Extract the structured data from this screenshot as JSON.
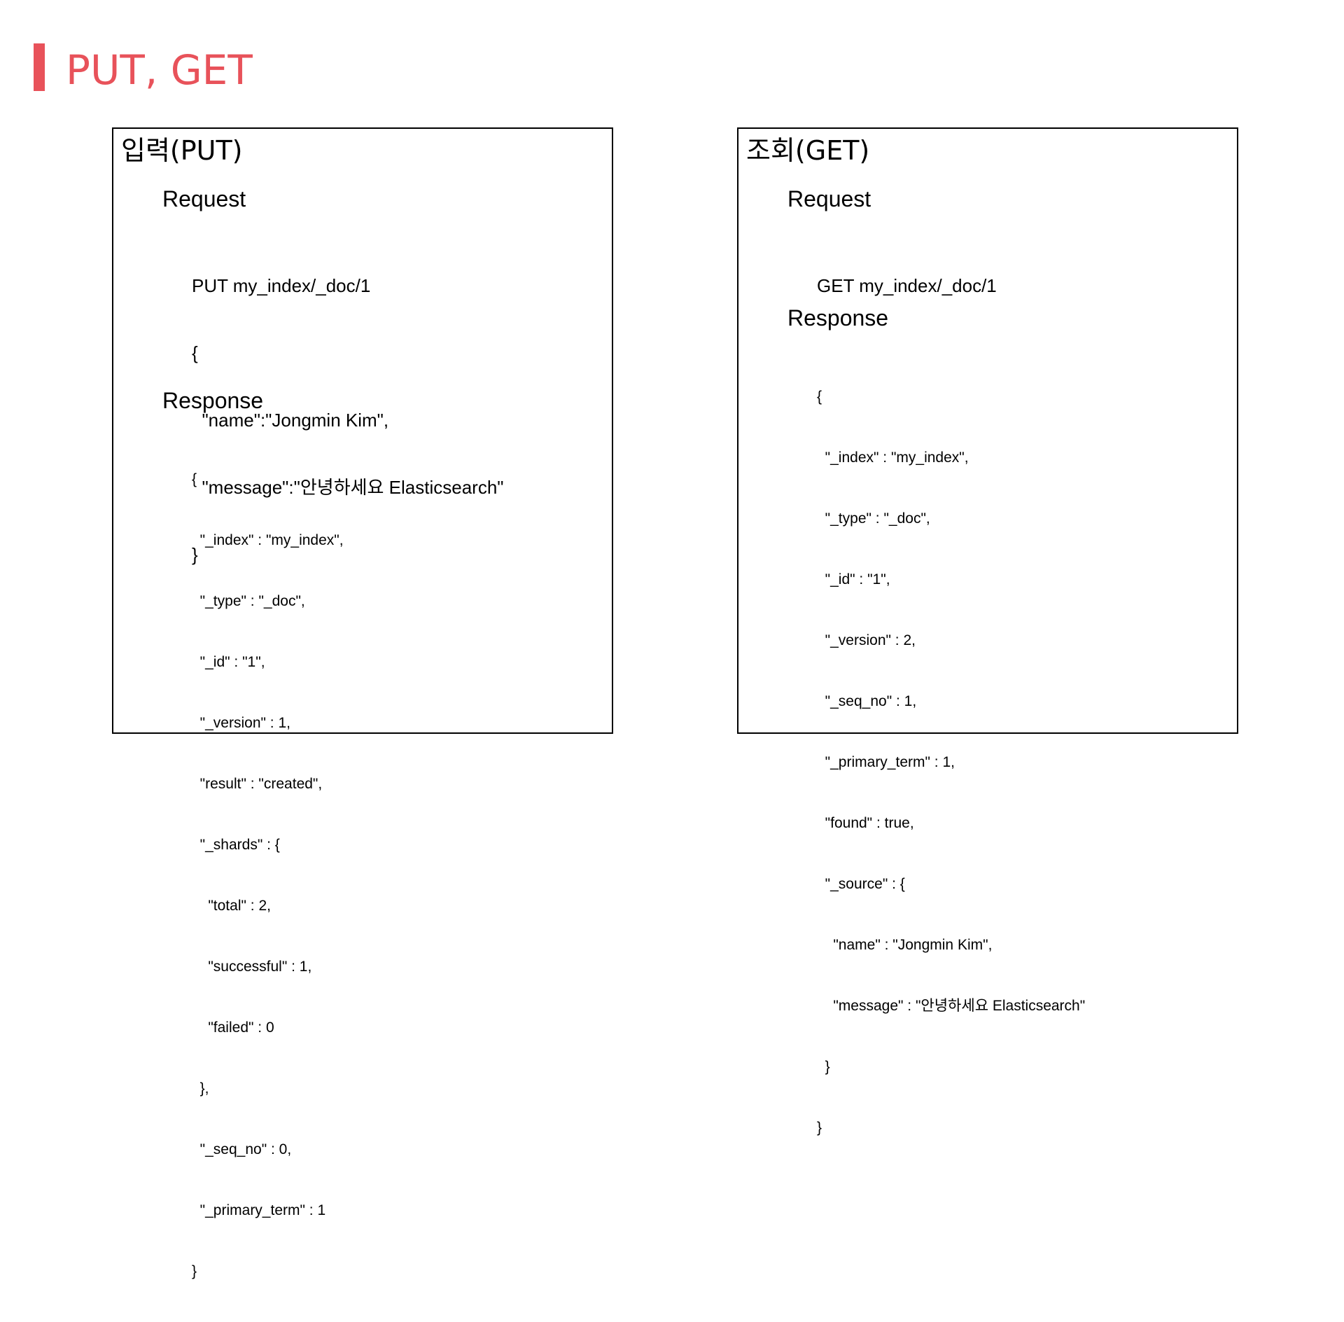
{
  "slide": {
    "title": "PUT, GET",
    "accent_color": "#e8525a"
  },
  "put_panel": {
    "heading": "입력(PUT)",
    "request_label": "Request",
    "request_lines": [
      "PUT my_index/_doc/1",
      "{",
      "  \"name\":\"Jongmin Kim\",",
      "  \"message\":\"안녕하세요 Elasticsearch\"",
      "}"
    ],
    "response_label": "Response",
    "response_lines": [
      "{",
      "  \"_index\" : \"my_index\",",
      "  \"_type\" : \"_doc\",",
      "  \"_id\" : \"1\",",
      "  \"_version\" : 1,",
      "  \"result\" : \"created\",",
      "  \"_shards\" : {",
      "    \"total\" : 2,",
      "    \"successful\" : 1,",
      "    \"failed\" : 0",
      "  },",
      "  \"_seq_no\" : 0,",
      "  \"_primary_term\" : 1",
      "}"
    ]
  },
  "get_panel": {
    "heading": "조회(GET)",
    "request_label": "Request",
    "request_lines": [
      "GET my_index/_doc/1"
    ],
    "response_label": "Response",
    "response_lines": [
      "{",
      "  \"_index\" : \"my_index\",",
      "  \"_type\" : \"_doc\",",
      "  \"_id\" : \"1\",",
      "  \"_version\" : 2,",
      "  \"_seq_no\" : 1,",
      "  \"_primary_term\" : 1,",
      "  \"found\" : true,",
      "  \"_source\" : {",
      "    \"name\" : \"Jongmin Kim\",",
      "    \"message\" : \"안녕하세요 Elasticsearch\"",
      "  }",
      "}"
    ]
  }
}
